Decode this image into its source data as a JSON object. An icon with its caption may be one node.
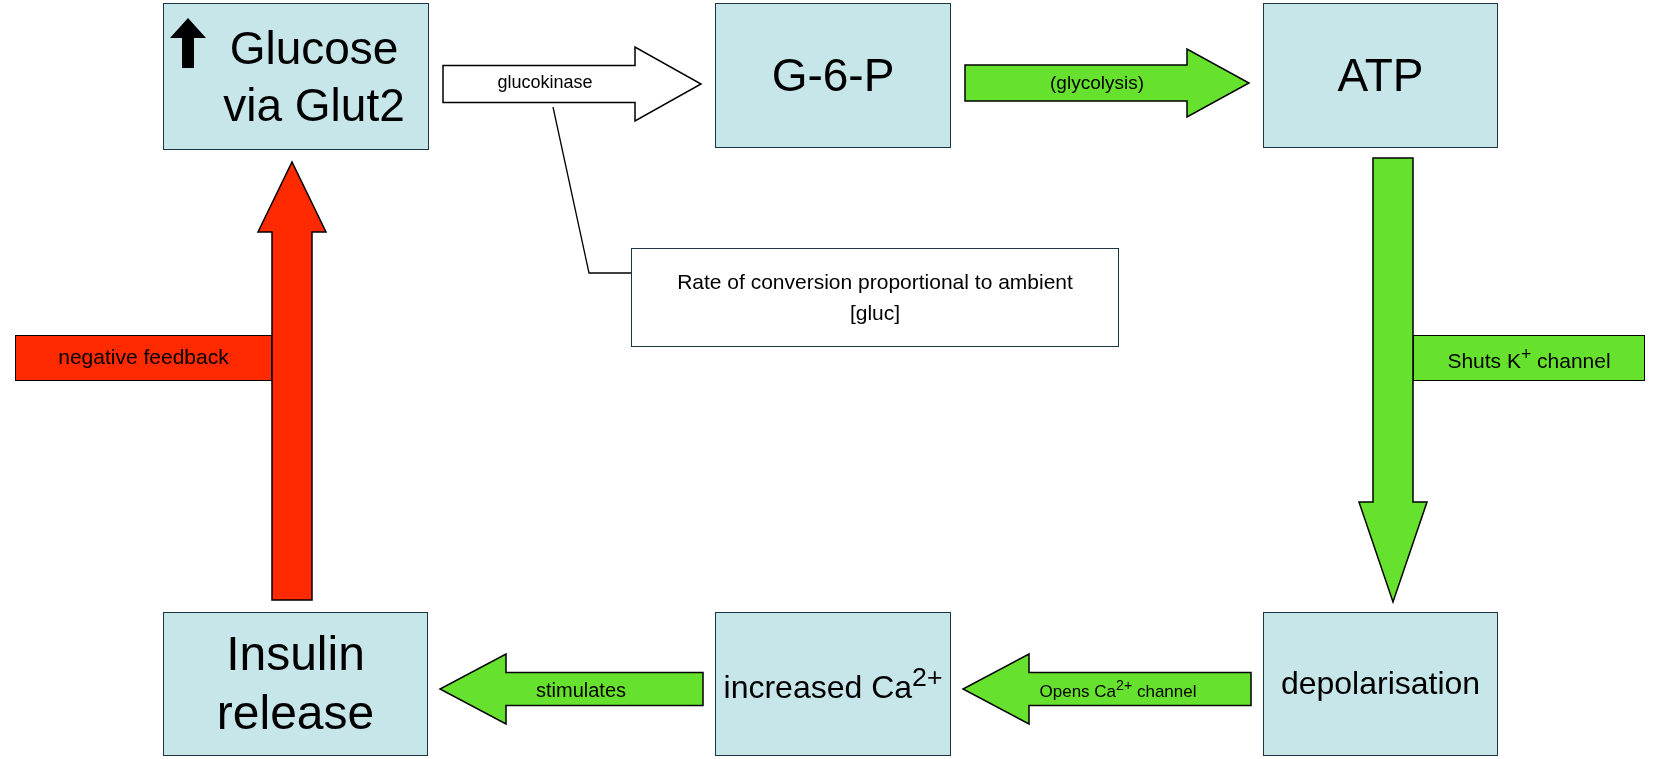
{
  "diagram": {
    "nodes": [
      {
        "text": [
          "Glucose via Glut2"
        ]
      },
      {
        "text": [
          "G-6-P"
        ]
      },
      {
        "text": [
          "ATP"
        ]
      },
      {
        "text": [
          "Rate of conversion proportional to ambient [gluc]"
        ]
      },
      {
        "text": [
          "Insulin release"
        ]
      },
      {
        "text": [
          "increased Ca$^{2+}$"
        ]
      },
      {
        "text": [
          "depolarisation"
        ]
      }
    ],
    "edges": [
      {
        "from": 0,
        "to": 1,
        "arrow": "to",
        "label": "glucokinase",
        "style": "thick",
        "color": "#ffffff"
      },
      {
        "from": 1,
        "to": 2,
        "arrow": "to",
        "label": "(glycolysis)",
        "style": "thick"
      },
      {
        "from": 2,
        "to": 6,
        "arrow": "to",
        "label": "Shuts K$^{+}$ channel",
        "style": "thick"
      },
      {
        "from": 6,
        "to": 5,
        "arrow": "to",
        "label": "Opens Ca$^{2+}$ channel",
        "style": "thick"
      },
      {
        "from": 5,
        "to": 4,
        "arrow": "to",
        "label": "stimulates",
        "style": "thick"
      },
      {
        "from": 4,
        "to": 0,
        "arrow": "to",
        "label": "negative feedback",
        "style": "thick",
        "color": "#ff2a00"
      },
      {
        "from": 3,
        "to": null,
        "arrow": "none"
      }
    ]
  }
}
